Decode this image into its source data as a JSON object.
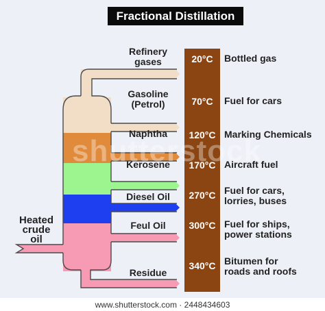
{
  "title": "Fractional Distillation",
  "input_label": [
    "Heated",
    "crude",
    "oil"
  ],
  "fractions": [
    {
      "name": [
        "Refinery",
        "gases"
      ],
      "temp": "20°C",
      "use": [
        "Bottled gas"
      ],
      "color": "#f2ddc7"
    },
    {
      "name": [
        "Gasoline",
        "(Petrol)"
      ],
      "temp": "70°C",
      "use": [
        "Fuel for cars"
      ],
      "color": "#f2ddc7"
    },
    {
      "name": [
        "Naphtha"
      ],
      "temp": "120°C",
      "use": [
        "Marking Chemicals"
      ],
      "color": "#e08a3c"
    },
    {
      "name": [
        "Kerosene"
      ],
      "temp": "170°C",
      "use": [
        "Aircraft fuel"
      ],
      "color": "#9cf58f"
    },
    {
      "name": [
        "Diesel Oil"
      ],
      "temp": "270°C",
      "use": [
        "Fuel for cars,",
        "lorries, buses"
      ],
      "color": "#1d3ff0"
    },
    {
      "name": [
        "Feul Oil"
      ],
      "temp": "300°C",
      "use": [
        "Fuel for ships,",
        "power stations"
      ],
      "color": "#f79bb4"
    },
    {
      "name": [
        "Residue"
      ],
      "temp": "340°C",
      "use": [
        "Bitumen for",
        "roads and roofs"
      ],
      "color": "#f79bb4"
    }
  ],
  "colors": {
    "thermometer": "#8b4513",
    "outline": "#4a4a4a",
    "background": "#eef0f7"
  },
  "watermark": "shutterstock",
  "footer": "www.shutterstock.com · 2448434603"
}
